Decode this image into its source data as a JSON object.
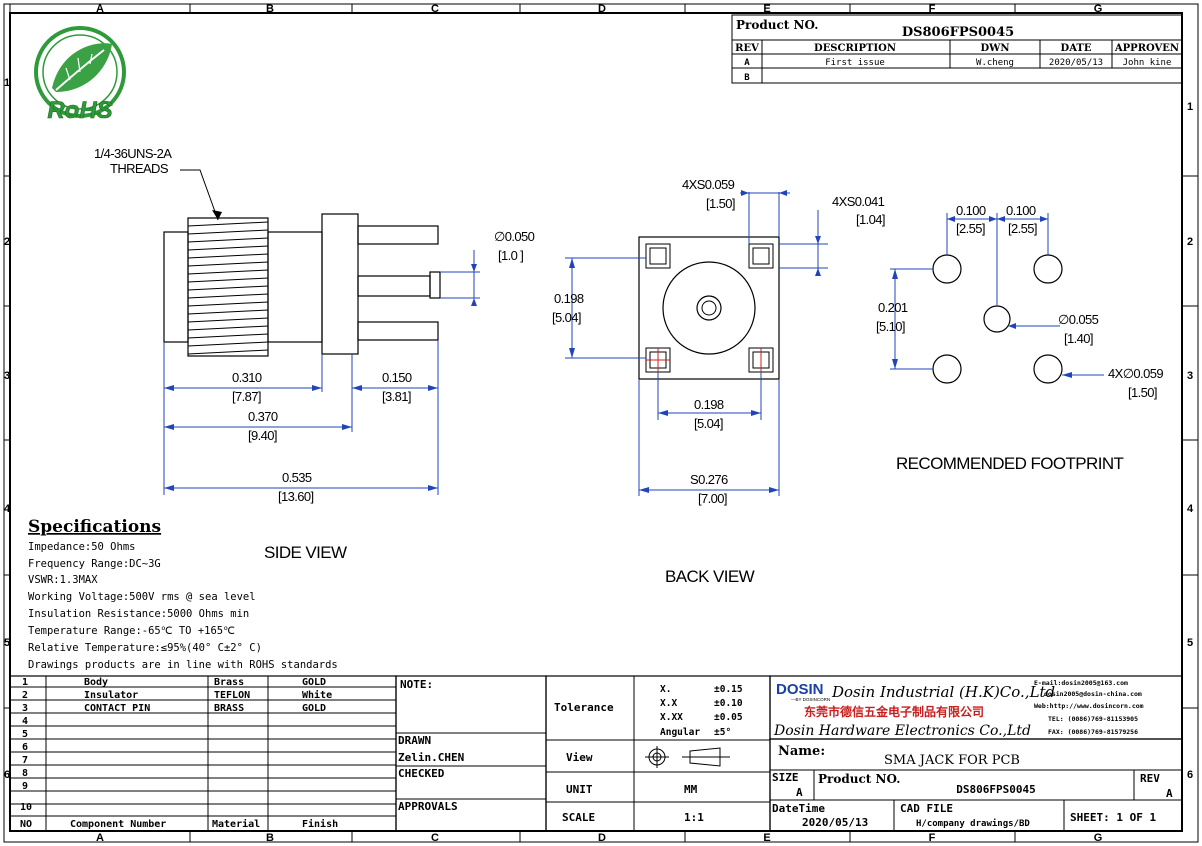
{
  "border": {
    "columns": [
      "A",
      "B",
      "C",
      "D",
      "E",
      "F",
      "G"
    ],
    "rows": [
      "1",
      "2",
      "3",
      "4",
      "5",
      "6"
    ]
  },
  "logo": {
    "text": "RoHS"
  },
  "title_block_top": {
    "product_no_label": "Product NO.",
    "product_no": "DS806FPS0045",
    "headers": {
      "rev": "REV",
      "description": "DESCRIPTION",
      "dwn": "DWN",
      "date": "DATE",
      "approven": "APPROVEN"
    },
    "rows": [
      {
        "rev": "A",
        "description": "First issue",
        "dwn": "W.cheng",
        "date": "2020/05/13",
        "approven": "John kine"
      },
      {
        "rev": "B",
        "description": "",
        "dwn": "",
        "date": "",
        "approven": ""
      }
    ]
  },
  "side_view": {
    "label": "SIDE VIEW",
    "thread_note_1": "1/4-36UNS-2A",
    "thread_note_2": "THREADS",
    "pin_dia_in": "∅0.050",
    "pin_dia_mm": "[1.0 ]",
    "d1_in": "0.310",
    "d1_mm": "[7.87]",
    "d2_in": "0.150",
    "d2_mm": "[3.81]",
    "d3_in": "0.370",
    "d3_mm": "[9.40]",
    "d4_in": "0.535",
    "d4_mm": "[13.60]"
  },
  "back_view": {
    "label": "BACK VIEW",
    "sq1_in": "4XS0.059",
    "sq1_mm": "[1.50]",
    "sq2_in": "4XS0.041",
    "sq2_mm": "[1.04]",
    "h_in": "0.198",
    "h_mm": "[5.04]",
    "w_in": "0.198",
    "w_mm": "[5.04]",
    "body_in": "S0.276",
    "body_mm": "[7.00]"
  },
  "footprint": {
    "label": "RECOMMENDED FOOTPRINT",
    "p1_in": "0.100",
    "p1_mm": "[2.55]",
    "p2_in": "0.100",
    "p2_mm": "[2.55]",
    "h_in": "0.201",
    "h_mm": "[5.10]",
    "c_in": "∅0.055",
    "c_mm": "[1.40]",
    "g_in": "4X∅0.059",
    "g_mm": "[1.50]"
  },
  "specs": {
    "title": "Specifications",
    "lines": [
      "Impedance:50 Ohms",
      "Frequency Range:DC~3G",
      "VSWR:1.3MAX",
      "Working Voltage:500V rms @ sea level",
      "Insulation Resistance:5000 Ohms min",
      "Temperature Range:-65℃ TO +165℃",
      "Relative Temperature:≤95%(40° C±2° C)",
      "Drawings products are in line with ROHS standards"
    ]
  },
  "bom": {
    "rows": [
      {
        "no": "1",
        "component": "Body",
        "material": "Brass",
        "finish": "GOLD"
      },
      {
        "no": "2",
        "component": "Insulator",
        "material": "TEFLON",
        "finish": "White"
      },
      {
        "no": "3",
        "component": "CONTACT PIN",
        "material": "BRASS",
        "finish": "GOLD"
      },
      {
        "no": "4",
        "component": "",
        "material": "",
        "finish": ""
      },
      {
        "no": "5",
        "component": "",
        "material": "",
        "finish": ""
      },
      {
        "no": "6",
        "component": "",
        "material": "",
        "finish": ""
      },
      {
        "no": "7",
        "component": "",
        "material": "",
        "finish": ""
      },
      {
        "no": "8",
        "component": "",
        "material": "",
        "finish": ""
      },
      {
        "no": "9",
        "component": "",
        "material": "",
        "finish": ""
      },
      {
        "no": "10",
        "component": "",
        "material": "",
        "finish": ""
      }
    ],
    "header": {
      "no": "NO",
      "component": "Component Number",
      "material": "Material",
      "finish": "Finish"
    }
  },
  "approval": {
    "note": "NOTE:",
    "drawn_label": "DRAWN",
    "drawn_by": "Zelin.CHEN",
    "checked_label": "CHECKED",
    "approvals_label": "APPROVALS"
  },
  "tolerance": {
    "label": "Tolerance",
    "rows": [
      {
        "k": "X.",
        "v": "±0.15"
      },
      {
        "k": "X.X",
        "v": "±0.10"
      },
      {
        "k": "X.XX",
        "v": "±0.05"
      },
      {
        "k": "Angular",
        "v": "±5°"
      }
    ],
    "view_label": "View",
    "unit_label": "UNIT",
    "unit": "MM",
    "scale_label": "SCALE",
    "scale": "1:1"
  },
  "company": {
    "brand": "DOSIN",
    "brand_sub": "—BY DOSINCORN",
    "name_en": "Dosin Industrial (H.K)Co.,Ltd",
    "name_cn": "东莞市德信五金电子制品有限公司",
    "name_en2": "Dosin Hardware Electronics Co.,Ltd",
    "email1": "E-mail:dosin2005@163.com",
    "email2": "dosin2005@dosin-china.com",
    "web": "Web:http://www.dosincorn.com",
    "tel": "TEL: (0086)769-81153905",
    "fax": "FAX: (0086)769-81579256"
  },
  "title_block_bottom": {
    "name_label": "Name:",
    "name": "SMA JACK FOR PCB",
    "size_label": "SIZE",
    "size": "A",
    "product_no_label": "Product NO.",
    "product_no": "DS806FPS0045",
    "rev_label": "REV",
    "rev": "A",
    "datetime_label": "DateTime",
    "datetime": "2020/05/13",
    "cad_label": "CAD FILE",
    "cad": "H/company drawings/BD",
    "sheet": "SHEET:  1 OF 1"
  }
}
